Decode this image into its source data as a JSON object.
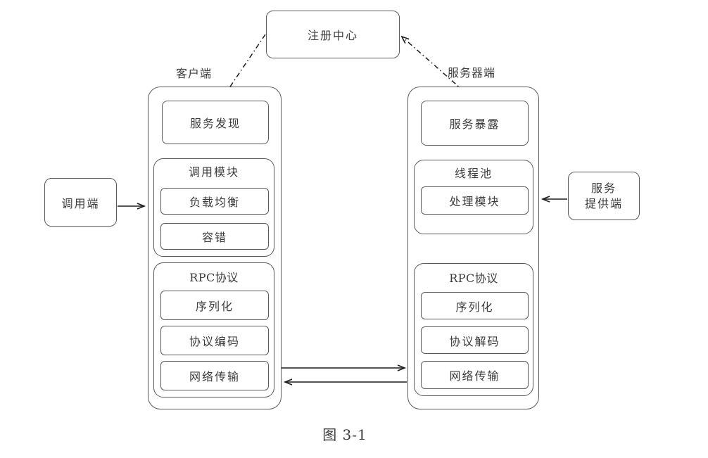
{
  "registry": {
    "label": "注册中心"
  },
  "client": {
    "side_label": "客户端",
    "service_discovery_label": "服务发现",
    "invoke_module": {
      "title": "调用模块",
      "items": [
        "负载均衡",
        "容错"
      ]
    },
    "rpc_protocol": {
      "title": "RPC协议",
      "items": [
        "序列化",
        "协议编码",
        "网络传输"
      ]
    }
  },
  "server": {
    "side_label": "服务器端",
    "service_expose_label": "服务暴露",
    "thread_pool": {
      "title": "线程池",
      "items": [
        "处理模块"
      ]
    },
    "rpc_protocol": {
      "title": "RPC协议",
      "items": [
        "序列化",
        "协议解码",
        "网络传输"
      ]
    }
  },
  "caller": {
    "label": "调用端"
  },
  "provider": {
    "label": "服务\n提供端"
  },
  "caption": "图 3-1",
  "colors": {
    "box_border": "#5a5a5a",
    "arrow": "#1c1c1c",
    "text": "#3c3c3c",
    "background": "#ffffff"
  }
}
